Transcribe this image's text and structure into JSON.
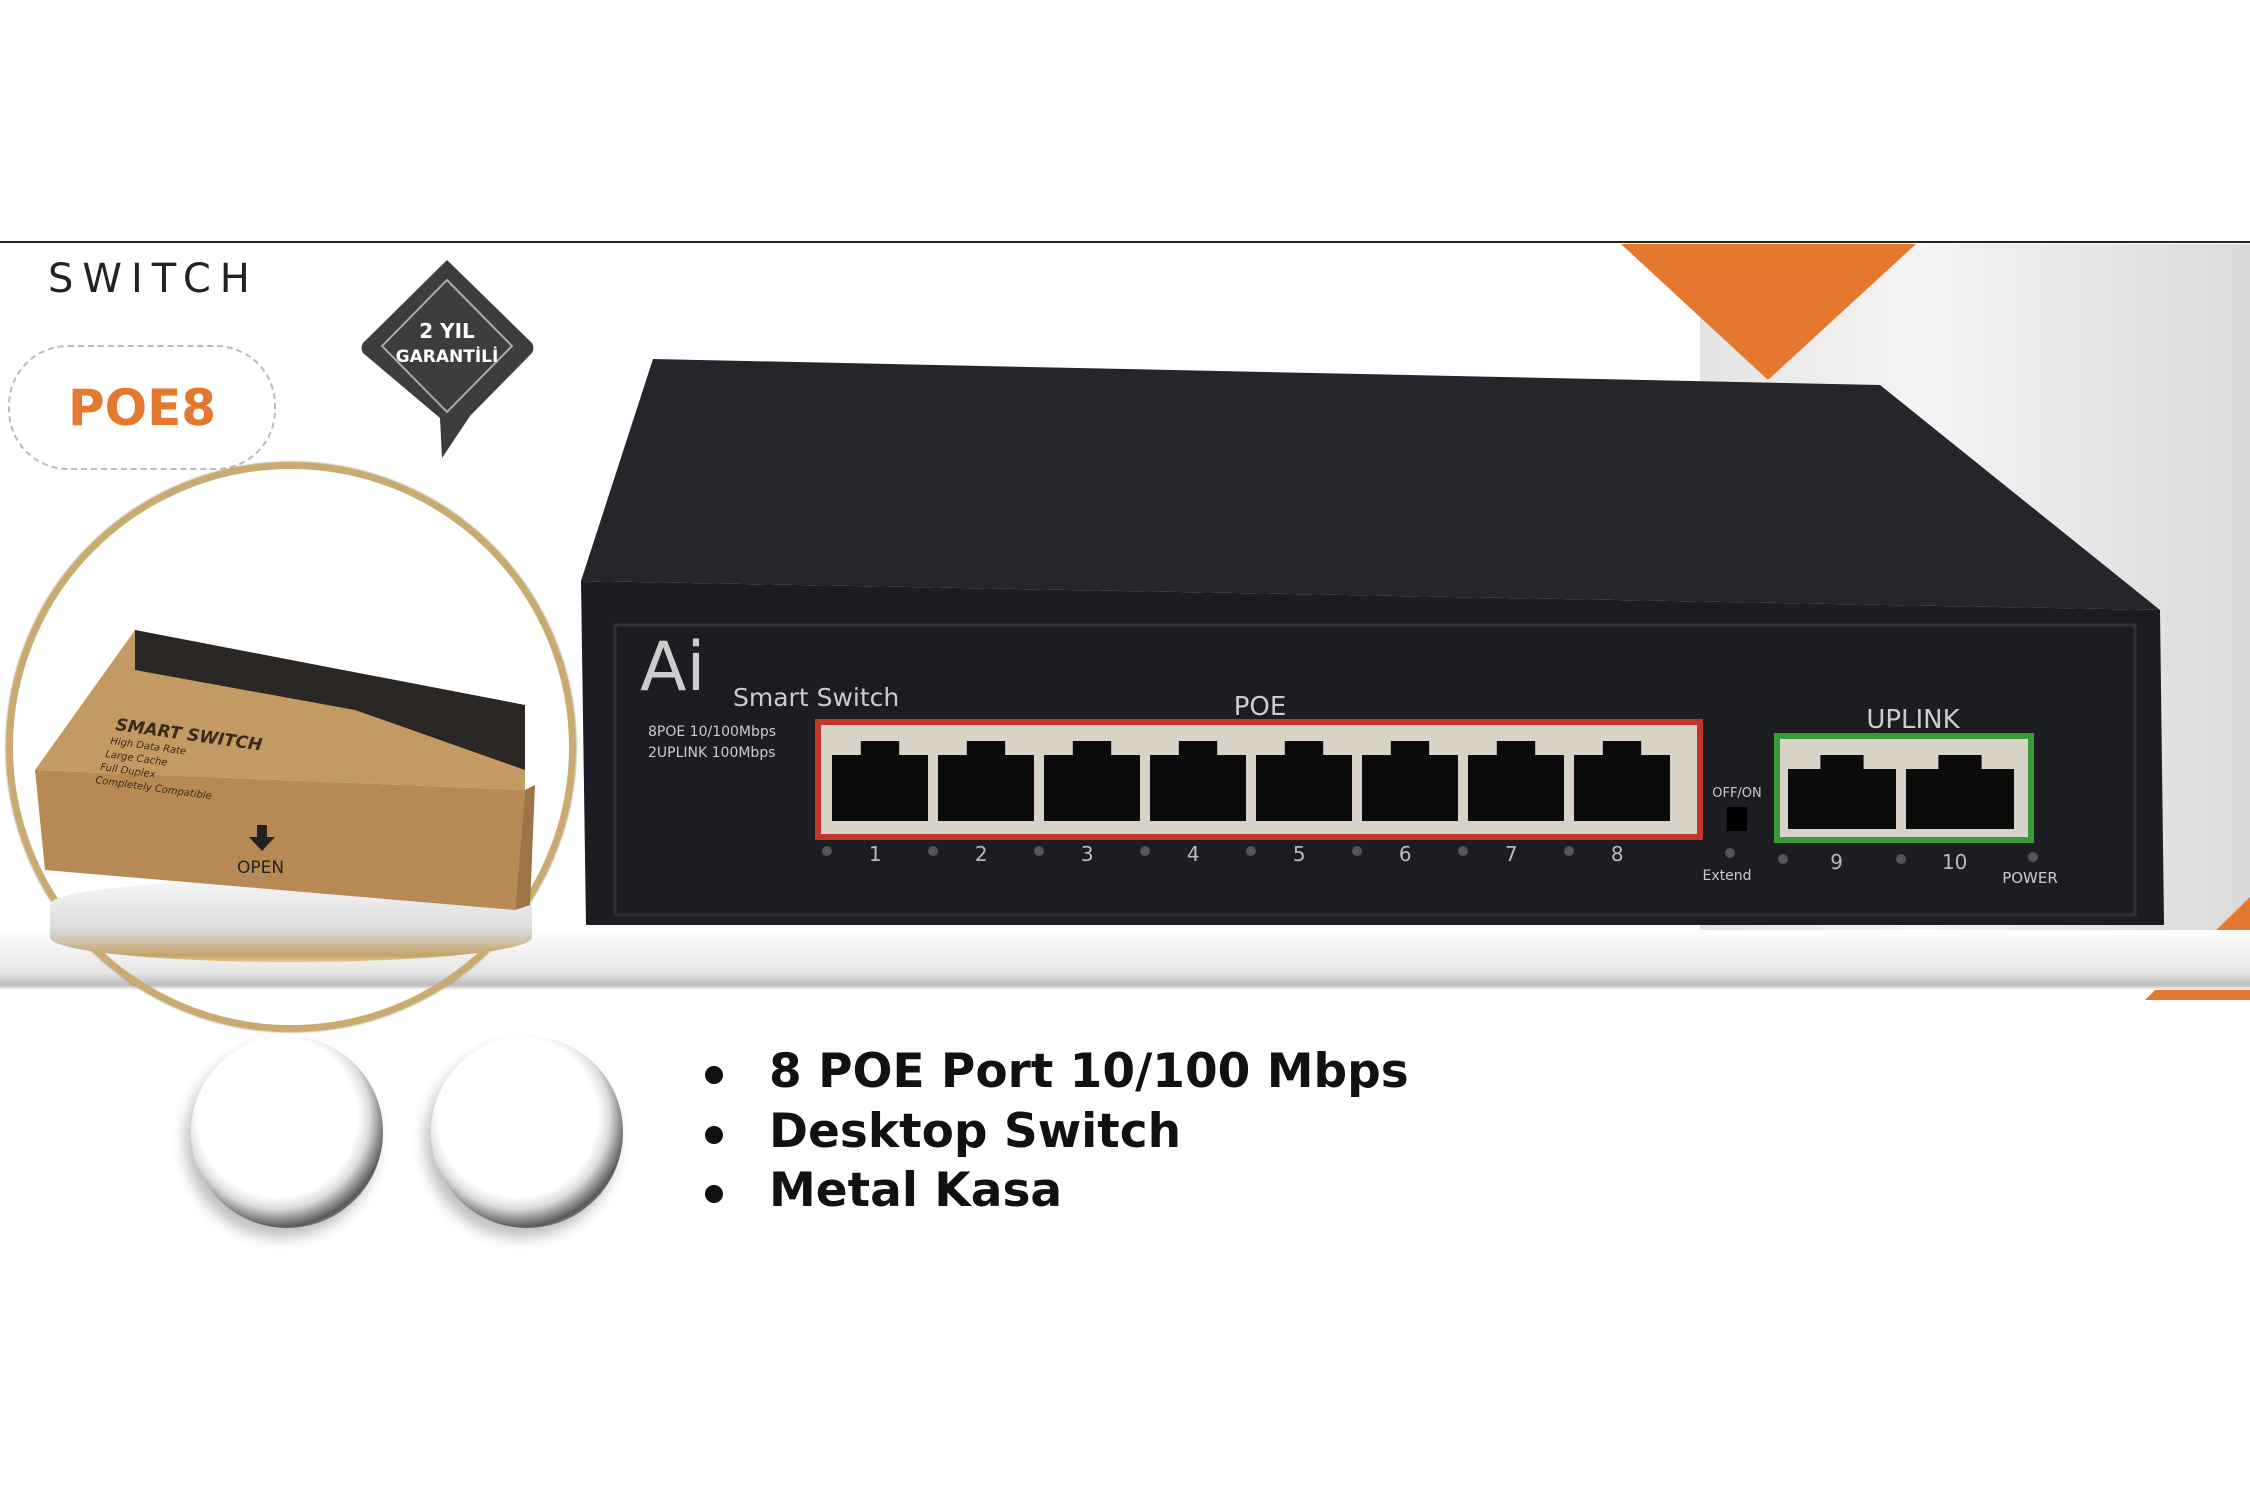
{
  "header": {
    "title": "SWITCH",
    "model": "POE8"
  },
  "badge": {
    "line1": "2 YIL",
    "line2": "GARANTİLİ"
  },
  "box": {
    "title": "SMART SWITCH",
    "features": [
      "High Data Rate",
      "Large Cache",
      "Full Duplex",
      "Completely Compatible"
    ],
    "open_label": "OPEN"
  },
  "device": {
    "brand": "Ai",
    "name": "Smart Switch",
    "spec1": "8POE 10/100Mbps",
    "spec2": "2UPLINK 100Mbps",
    "poe_label": "POE",
    "uplink_label": "UPLINK",
    "switch_label": "OFF/ON",
    "extend_label": "Extend",
    "power_label": "POWER",
    "poe_ports": [
      "1",
      "2",
      "3",
      "4",
      "5",
      "6",
      "7",
      "8"
    ],
    "uplink_ports": [
      "9",
      "10"
    ]
  },
  "features": [
    "8 POE Port 10/100 Mbps",
    "Desktop Switch",
    "Metal Kasa"
  ],
  "colors": {
    "accent": "#e4782f",
    "poe_frame": "#c0362c",
    "uplink_frame": "#3a9a3a",
    "gold": "#c9ab71"
  }
}
